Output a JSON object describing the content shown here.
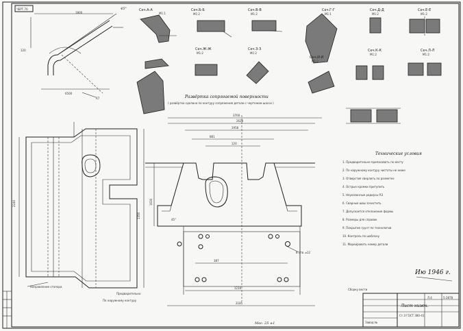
{
  "corner_stamp": "ЧЕРТ.70",
  "sections": [
    {
      "label": "Сеч.А-А",
      "scale": "М1:1"
    },
    {
      "label": "Сеч.Б-Б",
      "scale": "М1:2"
    },
    {
      "label": "Сеч.В-В",
      "scale": "М1:2"
    },
    {
      "label": "Сеч.Г-Г",
      "scale": "М1:1"
    },
    {
      "label": "Сеч.Д-Д",
      "scale": "М1:2"
    },
    {
      "label": "Сеч.Е-Е",
      "scale": "М1:2"
    },
    {
      "label": "Сеч.Ж-Ж",
      "scale": "М1:2"
    },
    {
      "label": "Сеч.З-З",
      "scale": "М1:2"
    },
    {
      "label": "Сеч.И-И",
      "scale": "М1:2"
    },
    {
      "label": "Сеч.К-К",
      "scale": "М1:2"
    },
    {
      "label": "Сеч.Л-Л",
      "scale": "М1:2"
    }
  ],
  "development_title": "Развёртка сопрягаемой поверхности",
  "development_note": "( развёртка сделана по контуру сопряжения детали с чертежом шасси )",
  "tech_title": "Технические условия",
  "tech_lines": [
    "1. Предварительно припасовать по месту",
    "2. По наружному контуру чистоты не ниже",
    "3. Отверстия сверлить по разметке",
    "4. Острые кромки притупить",
    "5. Неуказанные радиусы R3",
    "6. Сварные швы зачистить",
    "7. Допускается отклонение формы",
    "8. Размеры для справок",
    "9. Покрытие грунт по технологии",
    "10. Контроль по шаблону",
    "11. Маркировать номер детали"
  ],
  "dimensions": {
    "top_total": "3700",
    "top_mid": "2628",
    "top_inner": "1958",
    "mid_a": "881",
    "mid_b": "120",
    "bottom_a": "387",
    "bottom_b": "1216",
    "bottom_c": "2185",
    "left_c": "1630",
    "left_height": "2240",
    "right_height": "1350",
    "angle": "45°",
    "holes": "8 отв. ⌀12"
  },
  "callouts": [
    "По наружному контуру",
    "Предварительно",
    "Сборку вести",
    "Направление стопора"
  ],
  "signature": "Ию 1946 г.",
  "bottom_note": "Мас. 25 ±1",
  "title_block": {
    "name": "Лист нижн.",
    "sheet_no": "Л.4",
    "drawing_no": "5-2878",
    "material": "Ст.3 ГОСТ 380-41",
    "org": "Завод №"
  }
}
